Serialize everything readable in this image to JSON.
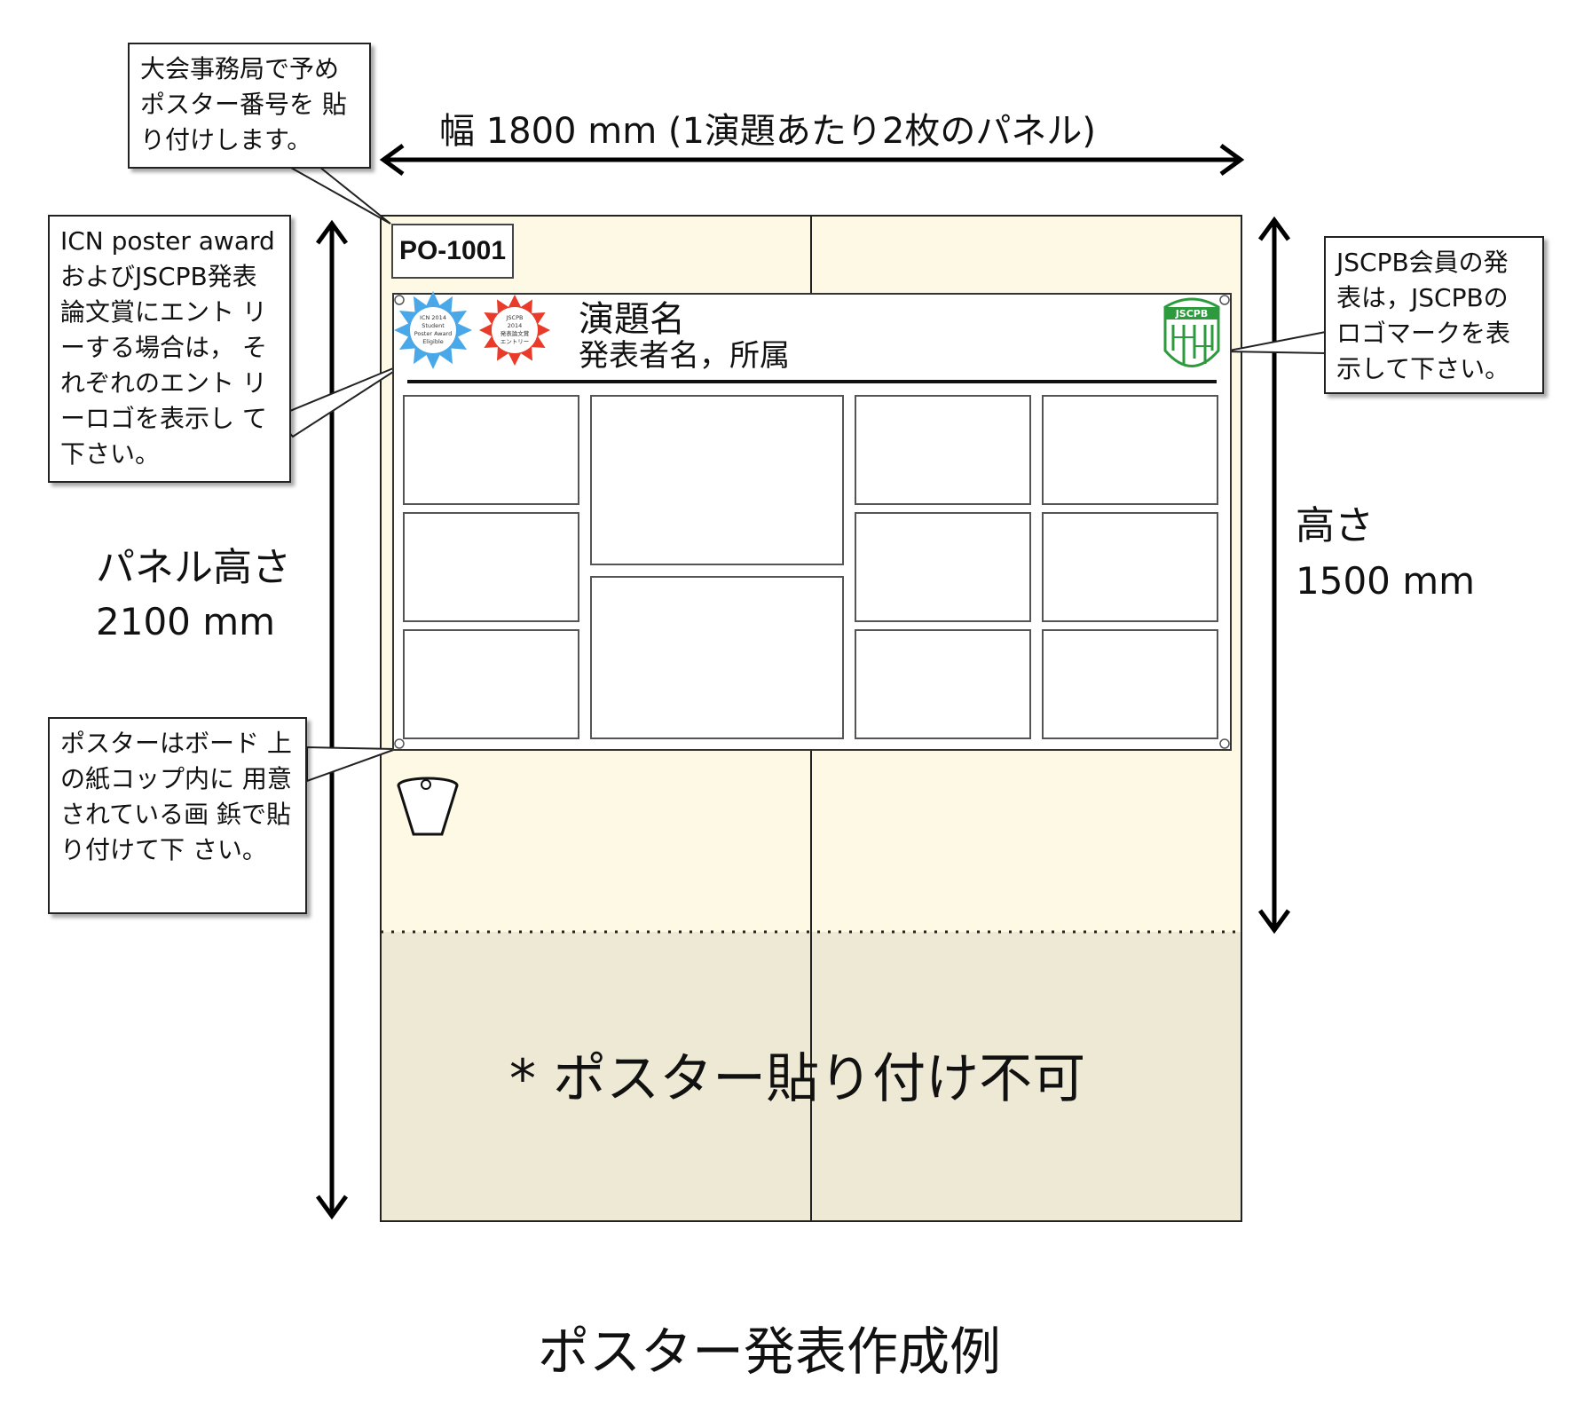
{
  "dimensions": {
    "width_label": "幅 1800 mm (1演題あたり2枚のパネル)",
    "panel_height_label": "パネル高さ",
    "panel_height_value": "2100 mm",
    "height_label": "高さ",
    "height_value": "1500 mm"
  },
  "callouts": {
    "number": "大会事務局で予め ポスター番号を 貼り付けします。",
    "award": "ICN poster award およびJSCPB発表 論文賞にエント リーする場合は， それぞれのエント リーロゴを表示し て下さい。",
    "jscpb": "JSCPB会員の発 表は，JSCPBの ロゴマークを表 示して下さい。",
    "pins": "ポスターはボード 上の紙コップ内に 用意されている画 鋲で貼り付けて下 さい。"
  },
  "poster": {
    "number": "PO-1001",
    "title": "演題名",
    "authors": "発表者名，所属"
  },
  "logos": {
    "icn": [
      "ICN 2014",
      "Student",
      "Poster Award",
      "Eligible"
    ],
    "jscpb_award": [
      "JSCPB",
      "2014",
      "発表論文賞",
      "エントリー"
    ],
    "jscpb": "JSCPB"
  },
  "no_posting": "* ポスター貼り付け不可",
  "caption": "ポスター発表作成例",
  "colors": {
    "board": "#fdf9e4",
    "board_lower": "#ede9d5",
    "icn_star": "#4aa8e8",
    "award_star": "#ea3a2a",
    "jscpb_green": "#2e9a3e"
  }
}
